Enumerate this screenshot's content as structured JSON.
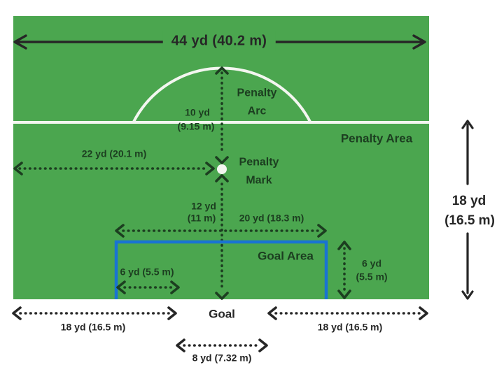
{
  "diagram": {
    "field_width": "44 yd (40.2 m)",
    "penalty_arc": "Penalty Arc",
    "penalty_area": "Penalty Area",
    "penalty_mark": "Penalty Mark",
    "goal_area": "Goal Area",
    "goal": "Goal",
    "arc_radius_yd": "10 yd",
    "arc_radius_m": "(9.15 m)",
    "mark_distance": "22 yd (20.1 m)",
    "mark_to_goal_yd": "12 yd",
    "mark_to_goal_m": "(11 m)",
    "goal_area_width": "20 yd (18.3 m)",
    "goal_area_side": "6 yd (5.5 m)",
    "goal_area_depth_yd": "6 yd",
    "goal_area_depth_m": "(5.5 m)",
    "penalty_area_depth_yd": "18 yd",
    "penalty_area_depth_m": "(16.5 m)",
    "goal_line_left": "18 yd (16.5 m)",
    "goal_line_right": "18 yd (16.5 m)",
    "goal_width": "8 yd (7.32 m)"
  },
  "colors": {
    "field_green": "#4ba64f",
    "line_white": "#f3f6f0",
    "goal_area_blue": "#1973d2",
    "ink_field": "#1c3e20",
    "ink_outside": "#262626"
  }
}
